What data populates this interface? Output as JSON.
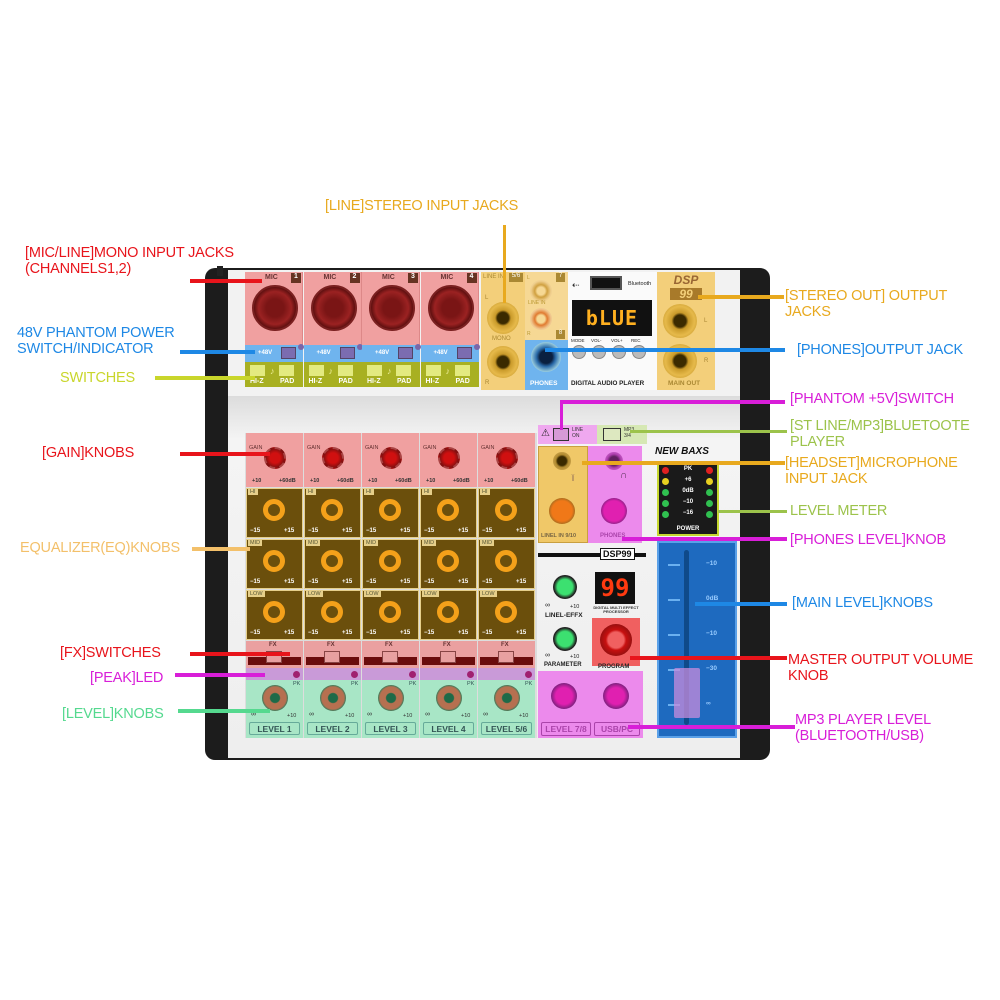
{
  "colors": {
    "red": "#e8141b",
    "blue": "#1e88e5",
    "yellow_green": "#c9d62b",
    "orange": "#e8a91e",
    "light_orange": "#f3c06a",
    "magenta": "#d81ed8",
    "green": "#55d98f",
    "olive_green": "#9cc34b"
  },
  "callouts": [
    {
      "id": "line-stereo-input-jacks",
      "text": "[LINE]STEREO INPUT JACKS",
      "color": "#e8a91e"
    },
    {
      "id": "mic-line-mono-input-jacks",
      "text": "[MIC/LINE]MONO INPUT JACKS\n(CHANNELS1,2)",
      "color": "#e8141b"
    },
    {
      "id": "phantom-power-switch",
      "text": "48V PHANTOM POWER\nSWITCH/INDICATOR",
      "color": "#1e88e5"
    },
    {
      "id": "switches",
      "text": "SWITCHES",
      "color": "#c9d62b"
    },
    {
      "id": "gain-knobs",
      "text": "[GAIN]KNOBS",
      "color": "#e8141b"
    },
    {
      "id": "eq-knobs",
      "text": "EQUALIZER(EQ)KNOBS",
      "color": "#f3c06a"
    },
    {
      "id": "fx-switches",
      "text": "[FX]SWITCHES",
      "color": "#e8141b"
    },
    {
      "id": "peak-led",
      "text": "[PEAK]LED",
      "color": "#d81ed8"
    },
    {
      "id": "level-knobs",
      "text": "[LEVEL]KNOBS",
      "color": "#55d98f"
    },
    {
      "id": "stereo-out-jacks",
      "text": "[STEREO OUT] OUTPUT\nJACKS",
      "color": "#e8a91e"
    },
    {
      "id": "phones-output-jack",
      "text": "[PHONES]OUTPUT JACK",
      "color": "#1e88e5"
    },
    {
      "id": "phantom-5v-switch",
      "text": "[PHANTOM +5V]SWITCH",
      "color": "#d81ed8"
    },
    {
      "id": "st-line-mp3-switch",
      "text": "[ST LINE/MP3]BLUETOOTE\nPLAYER",
      "color": "#9cc34b"
    },
    {
      "id": "headset-mic-jack",
      "text": "[HEADSET]MICROPHONE\nINPUT JACK",
      "color": "#e8a91e"
    },
    {
      "id": "level-meter",
      "text": "LEVEL METER",
      "color": "#9cc34b"
    },
    {
      "id": "phones-level-knob",
      "text": "[PHONES LEVEL]KNOB",
      "color": "#d81ed8"
    },
    {
      "id": "main-level-knobs",
      "text": "[MAIN LEVEL]KNOBS",
      "color": "#1e88e5"
    },
    {
      "id": "master-volume-knob",
      "text": "MASTER OUTPUT VOLUME\nKNOB",
      "color": "#e8141b"
    },
    {
      "id": "mp3-player-level",
      "text": "MP3 PLAYER LEVEL\n(BLUETOOTH/USB)",
      "color": "#d81ed8"
    }
  ],
  "device": {
    "mic_channels": [
      {
        "label": "MIC",
        "num": "1"
      },
      {
        "label": "MIC",
        "num": "2"
      },
      {
        "label": "MIC",
        "num": "3"
      },
      {
        "label": "MIC",
        "num": "4"
      }
    ],
    "phantom_label": "+48V",
    "hiz_label": "HI-Z",
    "pad_label": "PAD",
    "line56": {
      "title": "LINE IN",
      "num": "5/6",
      "l": "L",
      "r": "R",
      "mono": "MONO"
    },
    "line78": {
      "l": "L",
      "line_in": "LINE IN",
      "r": "R",
      "num7": "7",
      "num8": "8",
      "phones": "PHONES"
    },
    "player": {
      "bluetooth": "Bluetooth",
      "display": "bLUE",
      "buttons": [
        "MODE",
        "VOL-",
        "VOL+",
        "REC"
      ],
      "title": "DIGITAL AUDIO PLAYER"
    },
    "main_out": {
      "logo_top": "DSP",
      "logo_bottom": "99",
      "l": "L",
      "r": "R",
      "label": "MAIN OUT"
    },
    "strips": [
      {
        "gain": "GAIN",
        "level": "LEVEL 1"
      },
      {
        "gain": "GAIN",
        "level": "LEVEL 2"
      },
      {
        "gain": "GAIN",
        "level": "LEVEL 3"
      },
      {
        "gain": "GAIN",
        "level": "LEVEL 4"
      },
      {
        "gain": "GAIN",
        "level": "LEVEL 5/6"
      }
    ],
    "gain_min": "+10",
    "gain_max": "+60dB",
    "eq_bands": [
      "HI",
      "MID",
      "LOW"
    ],
    "eq_min": "−15",
    "eq_max": "+15",
    "fx_label": "FX",
    "pk_label": "PK",
    "level_min": "∞",
    "level_max": "+10",
    "switch_line": "LINE\nON",
    "switch_mp3": "MP3\n3/4",
    "line_in_910": "LINEL IN 9/10",
    "phones_knob": "PHONES",
    "brand": "NEW BAXS",
    "dsp_banner": "DSP99",
    "meter": [
      "PK",
      "+6",
      "0dB",
      "−10",
      "−16"
    ],
    "meter_power": "POWER",
    "fx_display": "99",
    "fx_caption": "DIGITAL MULTI EFFECT PROCESSOR",
    "linel_effx": "LINEL-EFFX",
    "parameter": "PARAMETER",
    "program": "PROGRAM",
    "level78": "LEVEL 7/8",
    "usb_pc": "USB/PC",
    "fader_scale": [
      "−10",
      "0dB",
      "−10",
      "−30",
      "∞"
    ],
    "main_fader_level": 0.1
  }
}
